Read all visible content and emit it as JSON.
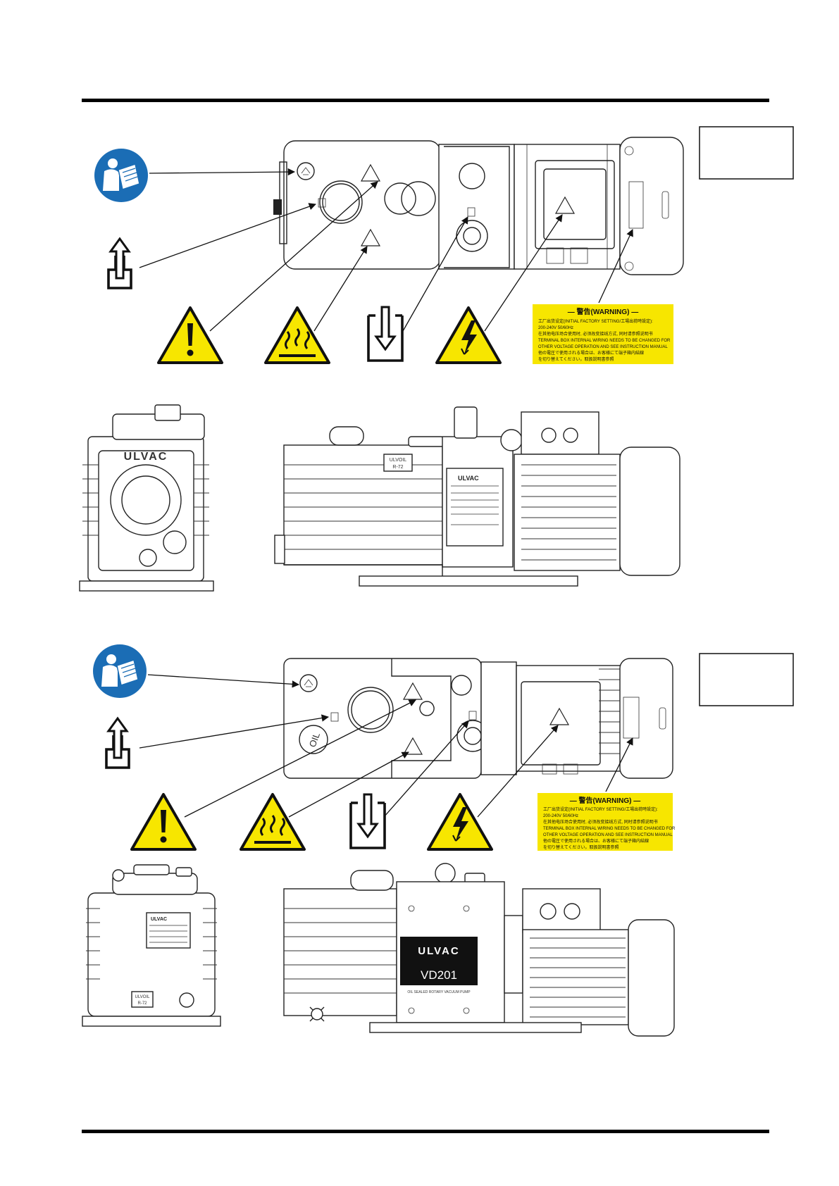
{
  "labels": {
    "brand": "ULVAC",
    "model": "VD201",
    "model_subtitle": "OIL SEALED ROTARY VACUUM PUMP",
    "oil": "OIL",
    "ulvoil": "ULVOIL",
    "ulvoil_grade": "R-72"
  },
  "warning_label": {
    "title": "— 警告(WARNING) —",
    "lines": [
      "工厂出货设定(INITIAL FACTORY SETTING/工場出荷時設定):",
      "200-240V  50/60Hz",
      "在其他电压场合使用时, 必须改变接线方式, 同时请参照说明书",
      "TERMINAL BOX INTERNAL WIRING NEEDS TO BE CHANGED FOR",
      "OTHER VOLTAGE OPERATION AND SEE INSTRUCTION MANUAL",
      "他の電圧で使用される場合は、お客様にて端子箱内結線",
      "を切り替えてください。取扱説明書参照"
    ]
  },
  "icons": [
    "read-manual-icon",
    "oil-fill-icon",
    "general-warning-icon",
    "hot-surface-icon",
    "oil-drain-icon",
    "electric-shock-icon"
  ],
  "colors": {
    "warning_yellow": "#f7e600",
    "manual_blue": "#1b6db5",
    "rule": "#000000"
  }
}
